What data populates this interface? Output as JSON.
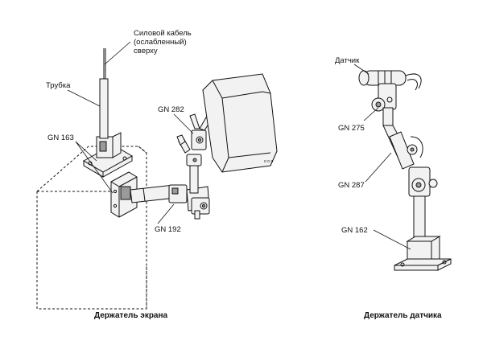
{
  "left_figure": {
    "caption": "Держатель экрана",
    "labels": {
      "cable": [
        "Силовой кабель",
        "(ослабленный)",
        "сверху"
      ],
      "tube": "Трубка",
      "gn163": "GN 163",
      "gn282": "GN 282",
      "gn192": "GN 192"
    }
  },
  "right_figure": {
    "caption": "Держатель датчика",
    "labels": {
      "sensor": "Датчик",
      "gn275": "GN 275",
      "gn287": "GN 287",
      "gn162": "GN 162"
    }
  }
}
